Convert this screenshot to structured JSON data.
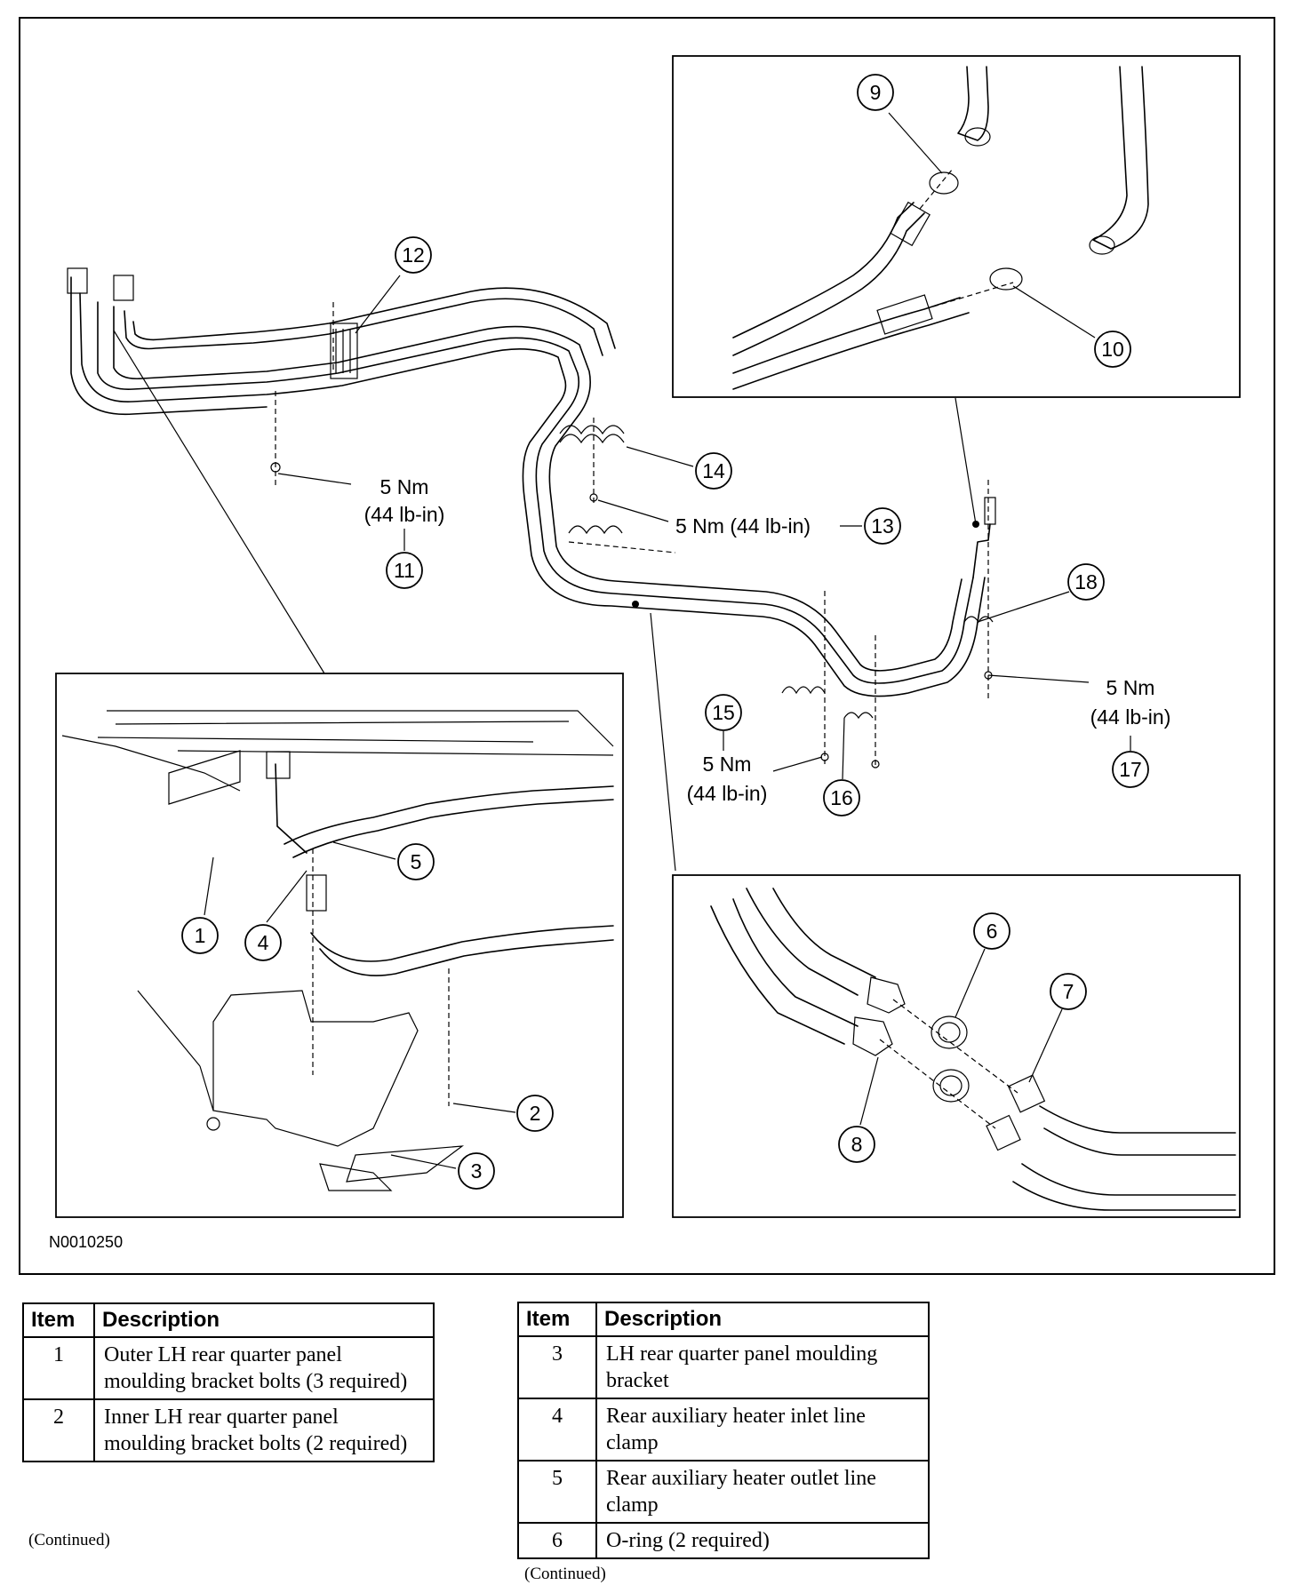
{
  "figure": {
    "code": "N0010250",
    "callouts": [
      "1",
      "2",
      "3",
      "4",
      "5",
      "6",
      "7",
      "8",
      "9",
      "10",
      "11",
      "12",
      "13",
      "14",
      "15",
      "16",
      "17",
      "18"
    ],
    "torque": {
      "t11_value": "5 Nm",
      "t11_alt": "(44 lb-in)",
      "t13": "5 Nm (44 lb-in)",
      "t15_value": "5 Nm",
      "t15_alt": "(44 lb-in)",
      "t17_value": "5 Nm",
      "t17_alt": "(44 lb-in)"
    }
  },
  "table_left": {
    "headers": [
      "Item",
      "Description"
    ],
    "rows": [
      {
        "item": "1",
        "description": "Outer LH rear quarter panel moulding bracket bolts (3 required)"
      },
      {
        "item": "2",
        "description": "Inner LH rear quarter panel moulding bracket bolts (2 required)"
      }
    ],
    "footnote": "(Continued)"
  },
  "table_right": {
    "headers": [
      "Item",
      "Description"
    ],
    "rows": [
      {
        "item": "3",
        "description": "LH rear quarter panel moulding bracket"
      },
      {
        "item": "4",
        "description": "Rear auxiliary heater inlet line clamp"
      },
      {
        "item": "5",
        "description": "Rear auxiliary heater outlet line clamp"
      },
      {
        "item": "6",
        "description": "O-ring (2 required)"
      }
    ],
    "footnote": "(Continued)"
  }
}
